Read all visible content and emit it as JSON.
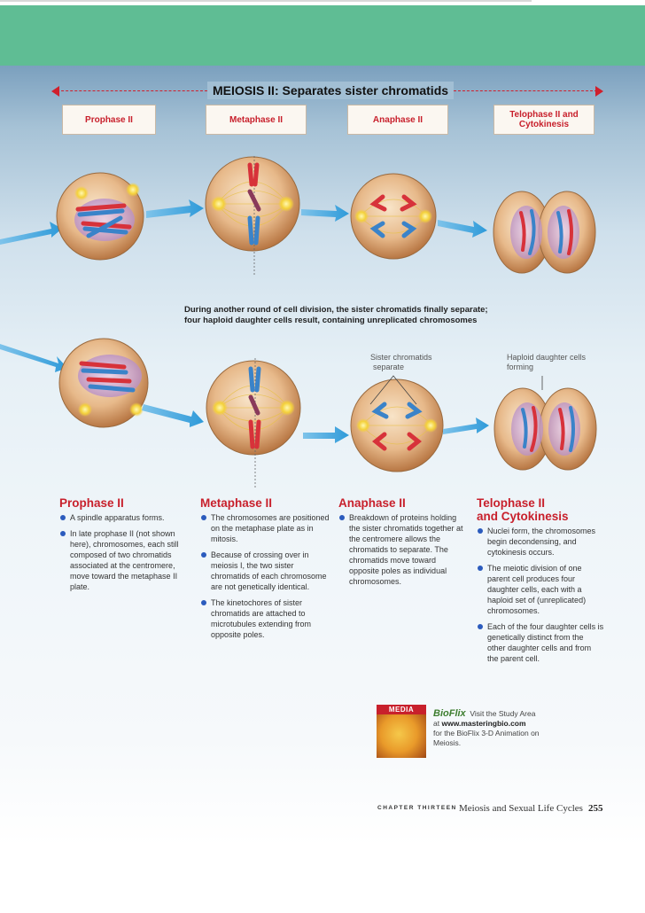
{
  "header": {
    "title": "MEIOSIS II: Separates sister chromatids",
    "colors": {
      "accent_red": "#c8202c",
      "band_green": "#5fbd94",
      "bullet_blue": "#2b5bbd"
    }
  },
  "stages": [
    {
      "lines": [
        "Prophase II"
      ]
    },
    {
      "lines": [
        "Metaphase II"
      ]
    },
    {
      "lines": [
        "Anaphase II"
      ]
    },
    {
      "lines": [
        "Telophase II and",
        "Cytokinesis"
      ]
    }
  ],
  "caption": {
    "text": "During another round of cell division, the sister chromatids finally separate; four haploid daughter cells result, containing unreplicated chromosomes"
  },
  "annotations": {
    "sister_chromatids": [
      "Sister chromatids",
      "separate"
    ],
    "haploid_cells": [
      "Haploid daughter cells",
      "forming"
    ]
  },
  "descriptions": [
    {
      "heading": [
        "Prophase II"
      ],
      "bullets": [
        [
          "A spindle apparatus forms."
        ],
        [
          "In late prophase II (not shown",
          "here), chromosomes, each still",
          "composed of two chromatids",
          "associated at the centromere,",
          "move toward the metaphase II",
          "plate."
        ]
      ]
    },
    {
      "heading": [
        "Metaphase II"
      ],
      "bullets": [
        [
          "The chromosomes are positioned",
          "on the metaphase plate as in",
          "mitosis."
        ],
        [
          "Because of crossing over in",
          "meiosis I, the two sister",
          "chromatids of each chromosome",
          "are not genetically identical."
        ],
        [
          "The kinetochores of sister",
          "chromatids are attached to",
          "microtubules extending from",
          "opposite poles."
        ]
      ]
    },
    {
      "heading": [
        "Anaphase II"
      ],
      "bullets": [
        [
          "Breakdown of proteins holding",
          "the sister chromatids together at",
          "the centromere allows the",
          "chromatids to separate. The",
          "chromatids move toward",
          "opposite poles as individual",
          "chromosomes."
        ]
      ]
    },
    {
      "heading": [
        "Telophase II",
        "and Cytokinesis"
      ],
      "bullets": [
        [
          "Nuclei form, the chromosomes",
          "begin decondensing, and",
          "cytokinesis occurs."
        ],
        [
          "The meiotic division of one",
          "parent cell produces four",
          "daughter cells, each with a",
          "haploid set of (unreplicated)",
          "chromosomes."
        ],
        [
          "Each of the four daughter cells is",
          "genetically distinct from the",
          "other daughter cells and from",
          "the parent cell."
        ]
      ]
    }
  ],
  "media": {
    "tag": "MEDIA",
    "brand": "BioFlix",
    "line1": "Visit the Study Area",
    "line2_prefix": "at",
    "url": "www.masteringbio.com",
    "line3": "for the BioFlix 3-D Animation on",
    "line4": "Meiosis."
  },
  "footer": {
    "chapter": "CHAPTER THIRTEEN",
    "title": "Meiosis and Sexual Life Cycles",
    "page": "255"
  }
}
